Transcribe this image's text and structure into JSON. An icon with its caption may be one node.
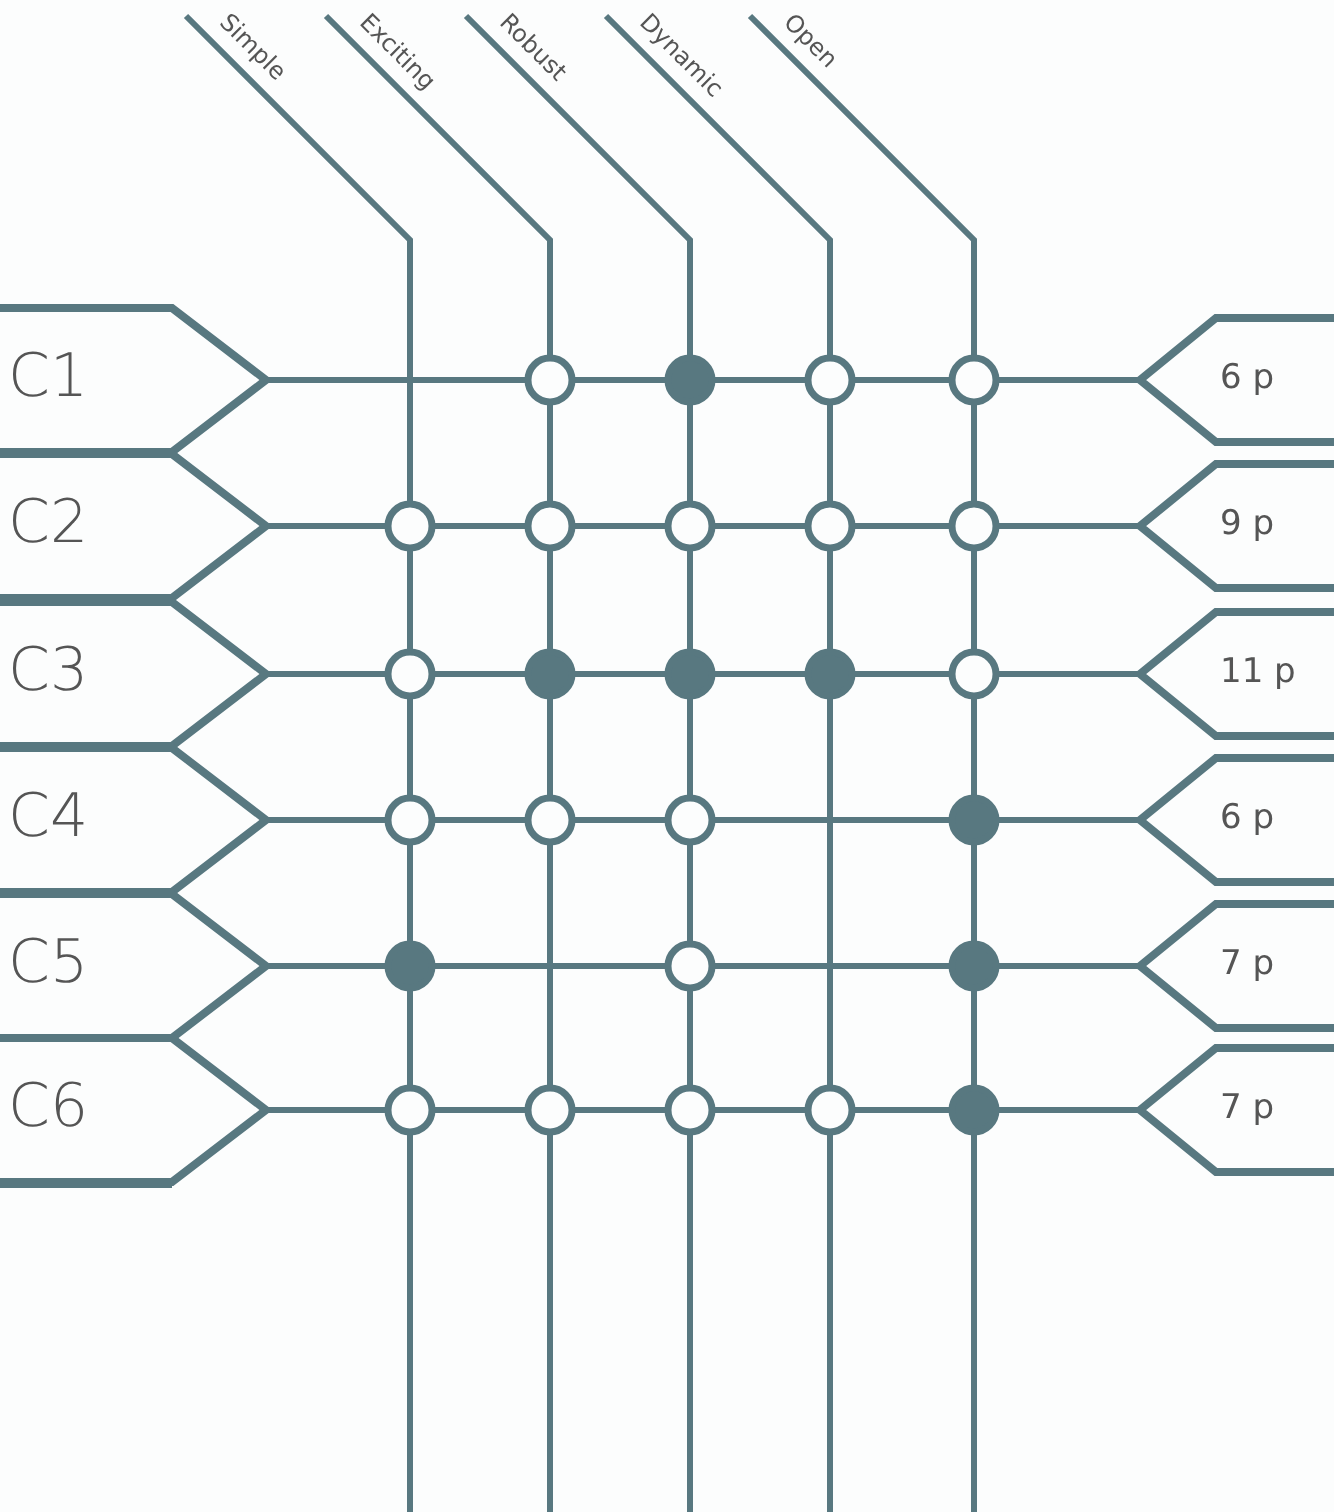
{
  "diagram": {
    "nodes": [
      {
        "text": [
          "C1"
        ]
      },
      {
        "text": [
          "C2"
        ]
      },
      {
        "text": [
          "C3"
        ]
      },
      {
        "text": [
          "C4"
        ]
      },
      {
        "text": [
          "C5"
        ]
      },
      {
        "text": [
          "C6"
        ]
      },
      {
        "text": [
          "6 p"
        ]
      },
      {
        "text": [
          "9 p"
        ]
      },
      {
        "text": [
          "11 p"
        ]
      },
      {
        "text": [
          "6 p"
        ]
      },
      {
        "text": [
          "7 p"
        ]
      },
      {
        "text": [
          "7 p"
        ]
      },
      {
        "text": [
          "Simple"
        ]
      },
      {
        "text": [
          "Exciting"
        ]
      },
      {
        "text": [
          "Robust"
        ]
      },
      {
        "text": [
          "Dynamic"
        ]
      },
      {
        "text": [
          "Open"
        ]
      },
      {
        "text": [],
        "shape": "circle"
      },
      {
        "text": [],
        "shape": "dot"
      },
      {
        "text": [],
        "shape": "circle"
      },
      {
        "text": [],
        "shape": "circle"
      },
      {
        "text": [],
        "shape": "circle"
      },
      {
        "text": [],
        "shape": "circle"
      },
      {
        "text": [],
        "shape": "circle"
      },
      {
        "text": [],
        "shape": "circle"
      },
      {
        "text": [],
        "shape": "circle"
      },
      {
        "text": [],
        "shape": "circle"
      },
      {
        "text": [],
        "shape": "dot"
      },
      {
        "text": [],
        "shape": "dot"
      },
      {
        "text": [],
        "shape": "dot"
      },
      {
        "text": [],
        "shape": "circle"
      },
      {
        "text": [],
        "shape": "circle"
      },
      {
        "text": [],
        "shape": "circle"
      },
      {
        "text": [],
        "shape": "circle"
      },
      {
        "text": [],
        "shape": "dot"
      },
      {
        "text": [],
        "shape": "dot"
      },
      {
        "text": [],
        "shape": "circle"
      },
      {
        "text": [],
        "shape": "dot"
      },
      {
        "text": [],
        "shape": "circle"
      },
      {
        "text": [],
        "shape": "circle"
      },
      {
        "text": [],
        "shape": "circle"
      },
      {
        "text": [],
        "shape": "circle"
      },
      {
        "text": [],
        "shape": "dot"
      }
    ],
    "edges": [
      {
        "from": 0,
        "to": 17,
        "arrow": "none"
      },
      {
        "from": 17,
        "to": 18,
        "arrow": "none"
      },
      {
        "from": 18,
        "to": 19,
        "arrow": "none"
      },
      {
        "from": 19,
        "to": 20,
        "arrow": "none"
      },
      {
        "from": 20,
        "to": 6,
        "arrow": "none"
      },
      {
        "from": 1,
        "to": 21,
        "arrow": "none"
      },
      {
        "from": 21,
        "to": 22,
        "arrow": "none"
      },
      {
        "from": 22,
        "to": 23,
        "arrow": "none"
      },
      {
        "from": 23,
        "to": 24,
        "arrow": "none"
      },
      {
        "from": 24,
        "to": 25,
        "arrow": "none"
      },
      {
        "from": 25,
        "to": 7,
        "arrow": "none"
      },
      {
        "from": 2,
        "to": 26,
        "arrow": "none"
      },
      {
        "from": 26,
        "to": 27,
        "arrow": "none"
      },
      {
        "from": 27,
        "to": 28,
        "arrow": "none"
      },
      {
        "from": 28,
        "to": 29,
        "arrow": "none"
      },
      {
        "from": 29,
        "to": 30,
        "arrow": "none"
      },
      {
        "from": 30,
        "to": 8,
        "arrow": "none"
      },
      {
        "from": 3,
        "to": 31,
        "arrow": "none"
      },
      {
        "from": 31,
        "to": 32,
        "arrow": "none"
      },
      {
        "from": 32,
        "to": 33,
        "arrow": "none"
      },
      {
        "from": 33,
        "to": 34,
        "arrow": "none"
      },
      {
        "from": 34,
        "to": 9,
        "arrow": "none"
      },
      {
        "from": 4,
        "to": 35,
        "arrow": "none"
      },
      {
        "from": 35,
        "to": 36,
        "arrow": "none"
      },
      {
        "from": 36,
        "to": 37,
        "arrow": "none"
      },
      {
        "from": 37,
        "to": 10,
        "arrow": "none"
      },
      {
        "from": 5,
        "to": 38,
        "arrow": "none"
      },
      {
        "from": 38,
        "to": 39,
        "arrow": "none"
      },
      {
        "from": 39,
        "to": 40,
        "arrow": "none"
      },
      {
        "from": 40,
        "to": 41,
        "arrow": "none"
      },
      {
        "from": 41,
        "to": 42,
        "arrow": "none"
      },
      {
        "from": 42,
        "to": 11,
        "arrow": "none"
      },
      {
        "from": 12,
        "to": 21,
        "arrow": "none"
      },
      {
        "from": 21,
        "to": 26,
        "arrow": "none"
      },
      {
        "from": 26,
        "to": 31,
        "arrow": "none"
      },
      {
        "from": 31,
        "to": 35,
        "arrow": "none"
      },
      {
        "from": 35,
        "to": 38,
        "arrow": "none"
      },
      {
        "from": 13,
        "to": 17,
        "arrow": "none"
      },
      {
        "from": 17,
        "to": 22,
        "arrow": "none"
      },
      {
        "from": 22,
        "to": 27,
        "arrow": "none"
      },
      {
        "from": 27,
        "to": 32,
        "arrow": "none"
      },
      {
        "from": 32,
        "to": 39,
        "arrow": "none"
      },
      {
        "from": 14,
        "to": 18,
        "arrow": "none"
      },
      {
        "from": 18,
        "to": 23,
        "arrow": "none"
      },
      {
        "from": 23,
        "to": 28,
        "arrow": "none"
      },
      {
        "from": 28,
        "to": 33,
        "arrow": "none"
      },
      {
        "from": 33,
        "to": 36,
        "arrow": "none"
      },
      {
        "from": 36,
        "to": 40,
        "arrow": "none"
      },
      {
        "from": 15,
        "to": 19,
        "arrow": "none"
      },
      {
        "from": 19,
        "to": 24,
        "arrow": "none"
      },
      {
        "from": 24,
        "to": 29,
        "arrow": "none"
      },
      {
        "from": 29,
        "to": 41,
        "arrow": "none"
      },
      {
        "from": 16,
        "to": 20,
        "arrow": "none"
      },
      {
        "from": 20,
        "to": 25,
        "arrow": "none"
      },
      {
        "from": 25,
        "to": 30,
        "arrow": "none"
      },
      {
        "from": 30,
        "to": 34,
        "arrow": "none"
      },
      {
        "from": 34,
        "to": 37,
        "arrow": "none"
      },
      {
        "from": 37,
        "to": 42,
        "arrow": "none"
      }
    ]
  }
}
